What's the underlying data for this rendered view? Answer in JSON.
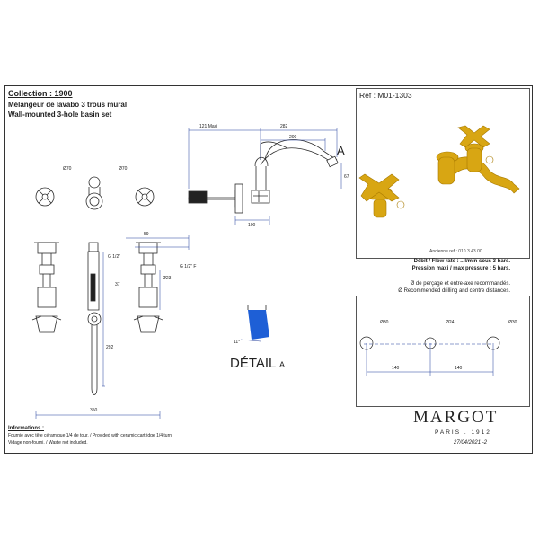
{
  "header": {
    "collection": "Collection : 1900",
    "title_fr": "Mélangeur de lavabo 3 trous mural",
    "title_en": "Wall-mounted 3-hole basin set"
  },
  "reference": {
    "label": "Ref : M01-1303",
    "old_ref": "Ancienne ref : 010.3.43.00"
  },
  "specs": {
    "flow": "Débit / Flow rate : ...l/min sous 3 bars.",
    "pressure": "Pression maxi / max pressure : 5 bars."
  },
  "drilling": {
    "note_fr": "Ø de perçage et entre-axe recommandés.",
    "note_en": "Ø Recommended drilling and centre distances.",
    "holes": [
      "Ø30",
      "Ø24",
      "Ø30"
    ],
    "spacings": [
      "140",
      "140"
    ]
  },
  "dimensions": {
    "top_view": [
      "Ø70",
      "Ø70"
    ],
    "side_view": [
      "121 Maxi",
      "282",
      "200",
      "67",
      "100"
    ],
    "front_view": [
      "59",
      "G 1/2\"",
      "37",
      "Ø23",
      "G 1/2\" F",
      "292",
      "350"
    ],
    "detail_angle": "11°"
  },
  "labels": {
    "detail_prefix": "DÉTAIL",
    "detail_suffix": "A",
    "detail_marker": "A"
  },
  "brand": {
    "name": "MARGOT",
    "sub": "PARIS . 1912",
    "date": "27/04/2021 -2"
  },
  "info": {
    "title": "Informations :",
    "line1": "Fournie avec tête céramique 1/4 de tour. / Provided with ceramic cartridge 1/4 turn.",
    "line2": "Vidage non-fourni. / Waste not included."
  },
  "colors": {
    "line": "#2c2c2c",
    "dim": "#1f3b9b",
    "gold": "#d8a613",
    "gold_dark": "#a87a00",
    "detail_fill": "#1e5fd6"
  }
}
